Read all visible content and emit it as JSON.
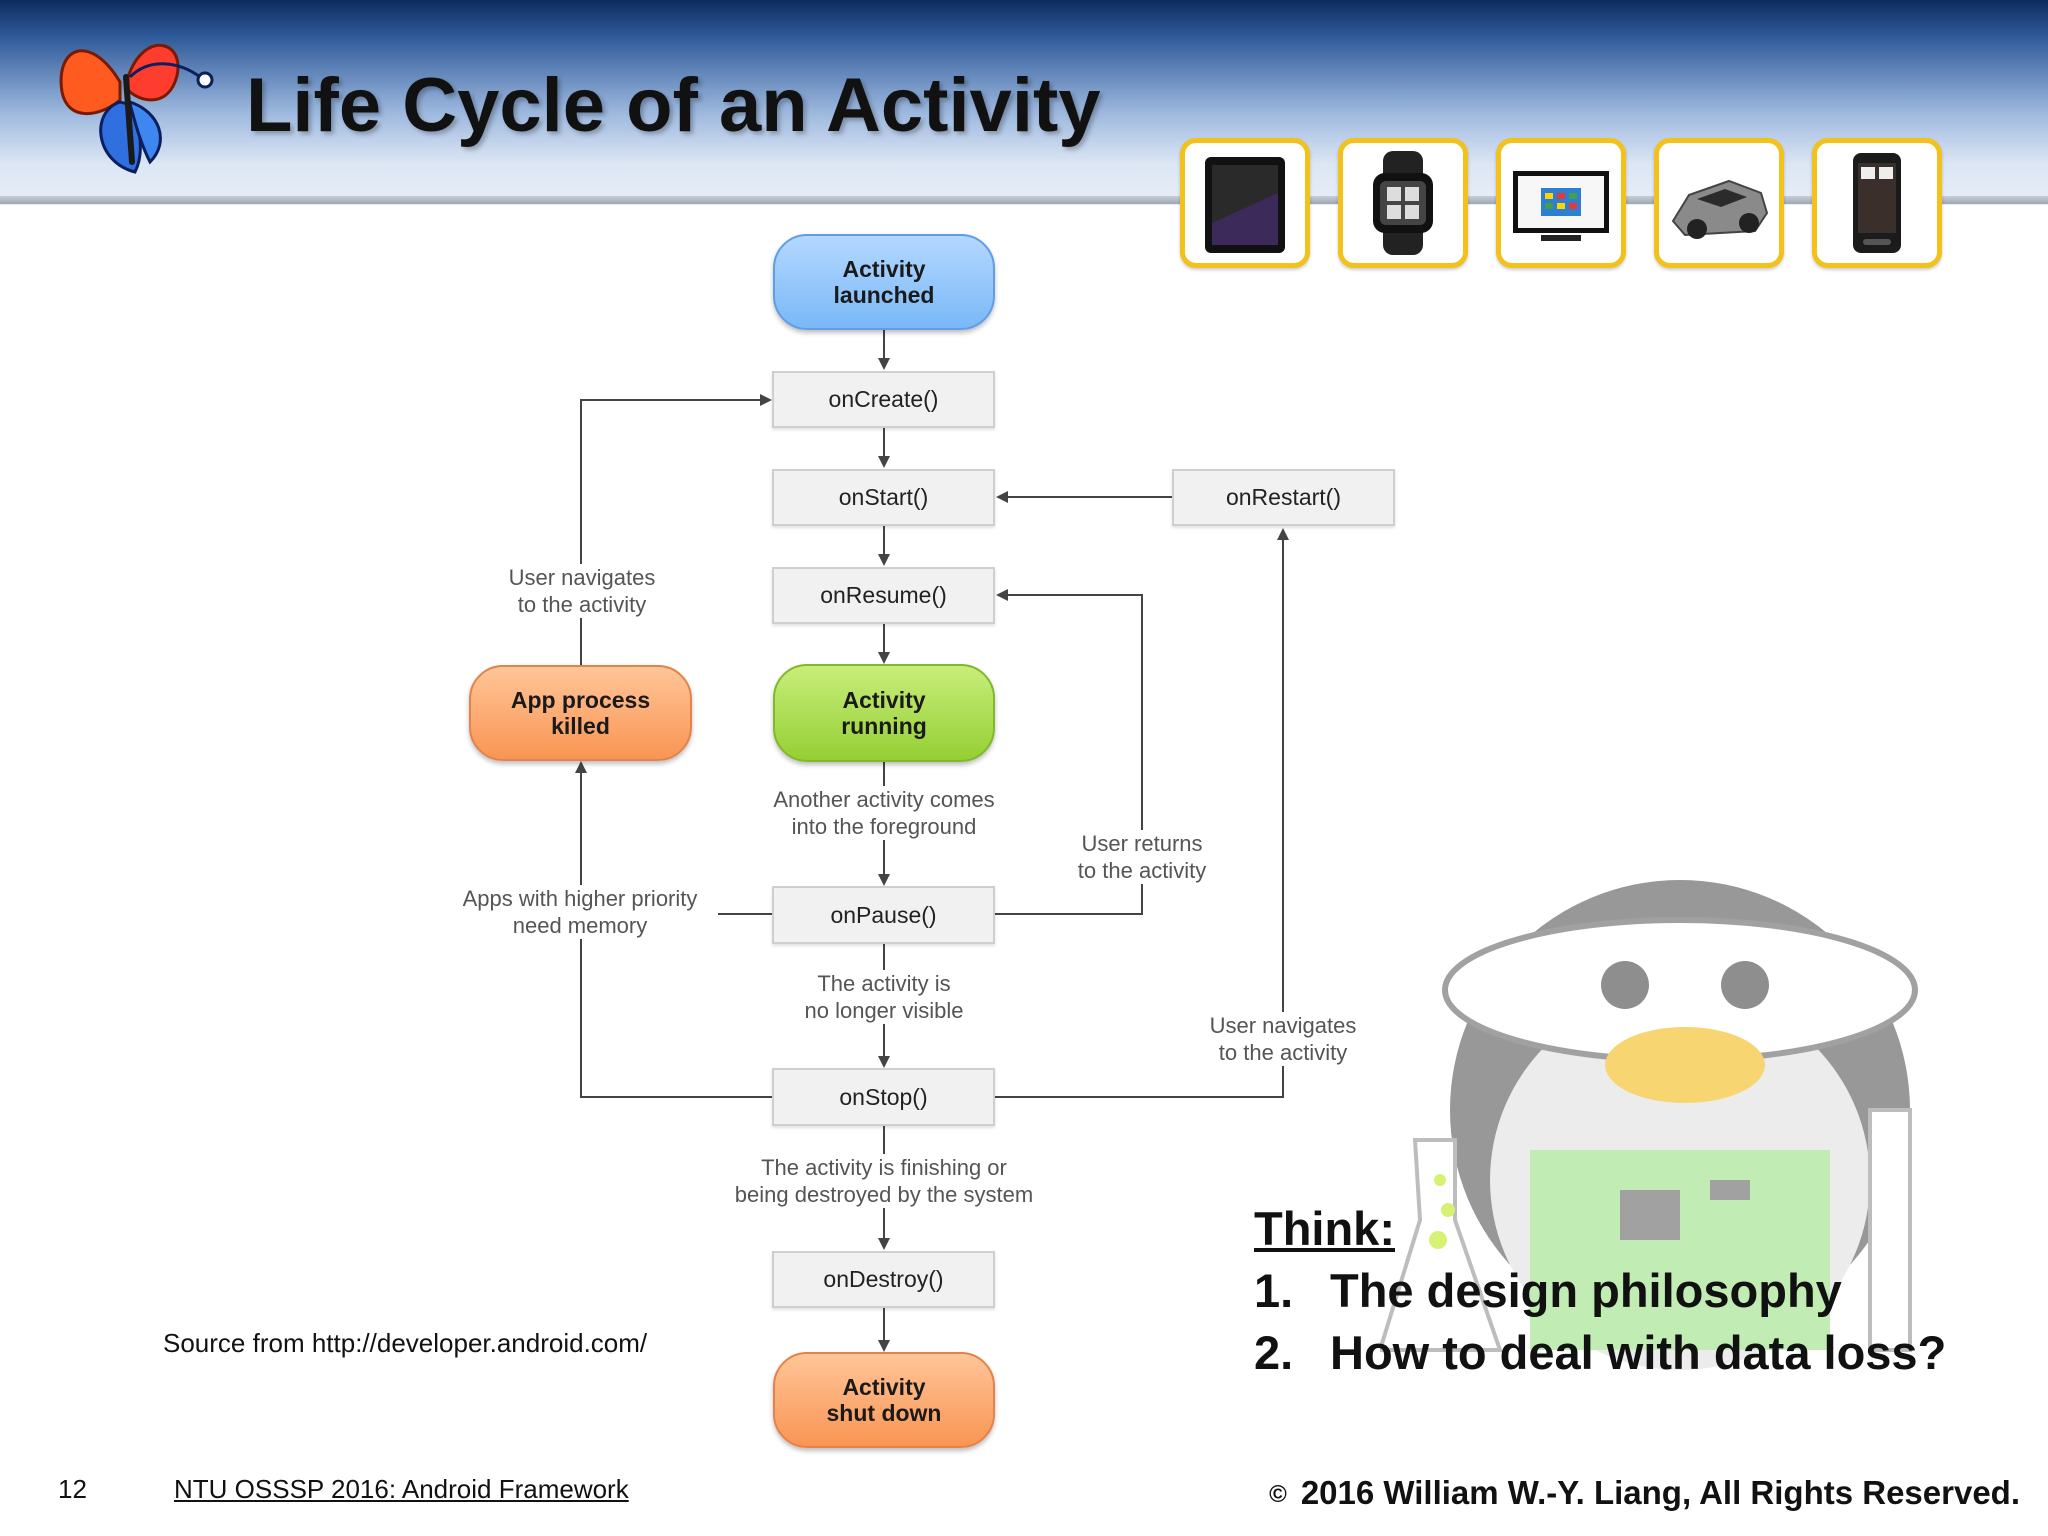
{
  "slide": {
    "title": "Life Cycle of an Activity",
    "page_number": "12",
    "course": "NTU OSSSP 2016: Android Framework",
    "copyright_symbol": "©",
    "copyright": "2016  William W.-Y. Liang, All Rights Reserved.",
    "source": "Source from http://developer.android.com/"
  },
  "devices": [
    {
      "icon": "tablet-icon"
    },
    {
      "icon": "smartwatch-icon"
    },
    {
      "icon": "tv-icon"
    },
    {
      "icon": "car-icon"
    },
    {
      "icon": "phone-icon"
    }
  ],
  "diagram": {
    "states": {
      "launched": [
        "Activity",
        "launched"
      ],
      "running": [
        "Activity",
        "running"
      ],
      "killed": [
        "App process",
        "killed"
      ],
      "shutdown": [
        "Activity",
        "shut down"
      ]
    },
    "methods": {
      "onCreate": "onCreate()",
      "onStart": "onStart()",
      "onRestart": "onRestart()",
      "onResume": "onResume()",
      "onPause": "onPause()",
      "onStop": "onStop()",
      "onDestroy": "onDestroy()"
    },
    "labels": {
      "navigates_left": [
        "User navigates",
        "to the activity"
      ],
      "another_activity": [
        "Another activity comes",
        "into the foreground"
      ],
      "user_returns": [
        "User returns",
        "to the activity"
      ],
      "higher_priority": [
        "Apps with higher priority",
        "need memory"
      ],
      "no_longer_visible": [
        "The activity is",
        "no longer visible"
      ],
      "navigates_right": [
        "User navigates",
        "to the activity"
      ],
      "finishing": [
        "The activity is finishing or",
        "being destroyed by the system"
      ]
    }
  },
  "think": {
    "heading": "Think:",
    "items": [
      {
        "num": "1.",
        "text": "The design philosophy"
      },
      {
        "num": "2.",
        "text": "How to deal with data loss?"
      }
    ]
  },
  "colors": {
    "state_blue": "#8fc3fa",
    "state_green": "#a6db4a",
    "state_orange": "#fba46a",
    "device_border": "#f2c21a"
  }
}
